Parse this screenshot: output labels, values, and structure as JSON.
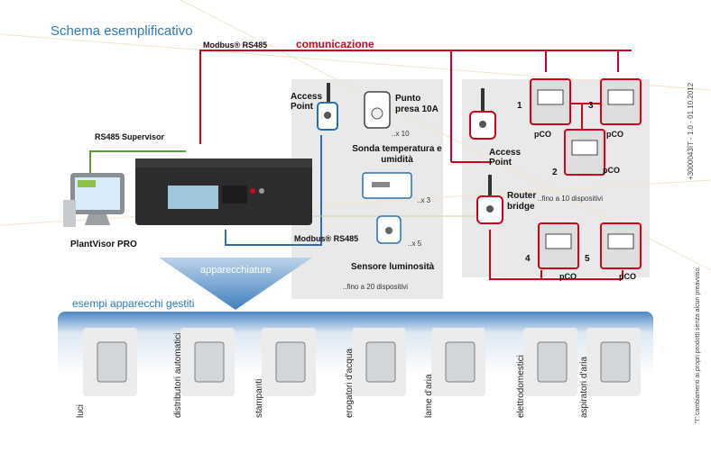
{
  "title": "Schema esemplificativo",
  "labels": {
    "comunicazione": "comunicazione",
    "modbus_top": "Modbus® RS485",
    "modbus_bottom": "Modbus® RS485",
    "rs485_supervisor": "RS485 Supervisor",
    "plantvisor": "PlantVisor PRO",
    "access_point_1": "Access Point",
    "access_point_2": "Access Point",
    "punto_presa": "Punto presa 10A",
    "x10": "..x 10",
    "sonda": "Sonda temperatura e umidità",
    "x3": "..x 3",
    "x5": "..x 5",
    "sensore": "Sensore luminosità",
    "fino_20": "..fino a 20 dispositivi",
    "router_bridge": "Router bridge",
    "fino_10": "..fino a 10 dispositivi",
    "pco": "pCO",
    "num1": "1",
    "num2": "2",
    "num3": "3",
    "num4": "4",
    "num5": "5",
    "apparecchiature": "apparecchiature",
    "esempi": "esempi apparecchi gestiti",
    "side_code": "+3000043IT - 1.0 - 01.10.2012",
    "side_note": "\"I\" cambiamenti ai propri prodotti senza alcun preavviso."
  },
  "appliances": [
    {
      "label": "luci",
      "icon": "lamp-icon"
    },
    {
      "label": "distributori automatici",
      "icon": "vending-machine-icon"
    },
    {
      "label": "stampanti",
      "icon": "printer-icon"
    },
    {
      "label": "erogatori d'acqua",
      "icon": "water-dispenser-icon"
    },
    {
      "label": "lame d'aria",
      "icon": "air-curtain-icon"
    },
    {
      "label": "elettrodomestici",
      "icon": "dishwasher-icon"
    },
    {
      "label": "aspiratori d'aria",
      "icon": "air-extractor-icon"
    }
  ],
  "colors": {
    "title_blue": "#2a7ab8",
    "red_line": "#d0021b",
    "green_line": "#5a9a3a",
    "blue_line": "#2a6fb4",
    "panel_gray": "#e9e9e9"
  }
}
